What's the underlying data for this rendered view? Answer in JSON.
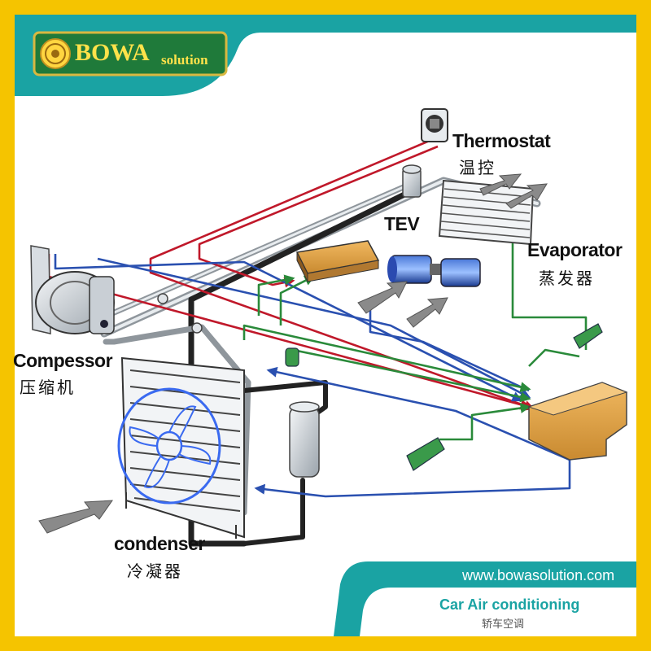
{
  "brand": {
    "logo_main": "BOWA",
    "logo_sub": "solution",
    "website": "www.bowasolution.com",
    "title_en": "Car Air conditioning",
    "title_zh": "轿车空调"
  },
  "components": {
    "thermostat": {
      "en": "Thermostat",
      "zh": "温控"
    },
    "tev": {
      "en": "TEV"
    },
    "evaporator": {
      "en": "Evaporator",
      "zh": "蒸发器"
    },
    "compressor": {
      "en": "Compessor",
      "zh": "压缩机"
    },
    "condenser": {
      "en": "condenser",
      "zh": "冷凝器"
    }
  },
  "colors": {
    "frame": "#f5c400",
    "panel": "#ffffff",
    "teal": "#1aa3a3",
    "wire_red": "#c0182a",
    "wire_green": "#2a8a3a",
    "wire_blue": "#2a50b0",
    "pipe_dark": "#222222",
    "controller": "#e3a24a"
  },
  "icons": [
    "airflow-arrow-icon",
    "fan-icon",
    "blower-icon",
    "dial-icon"
  ]
}
